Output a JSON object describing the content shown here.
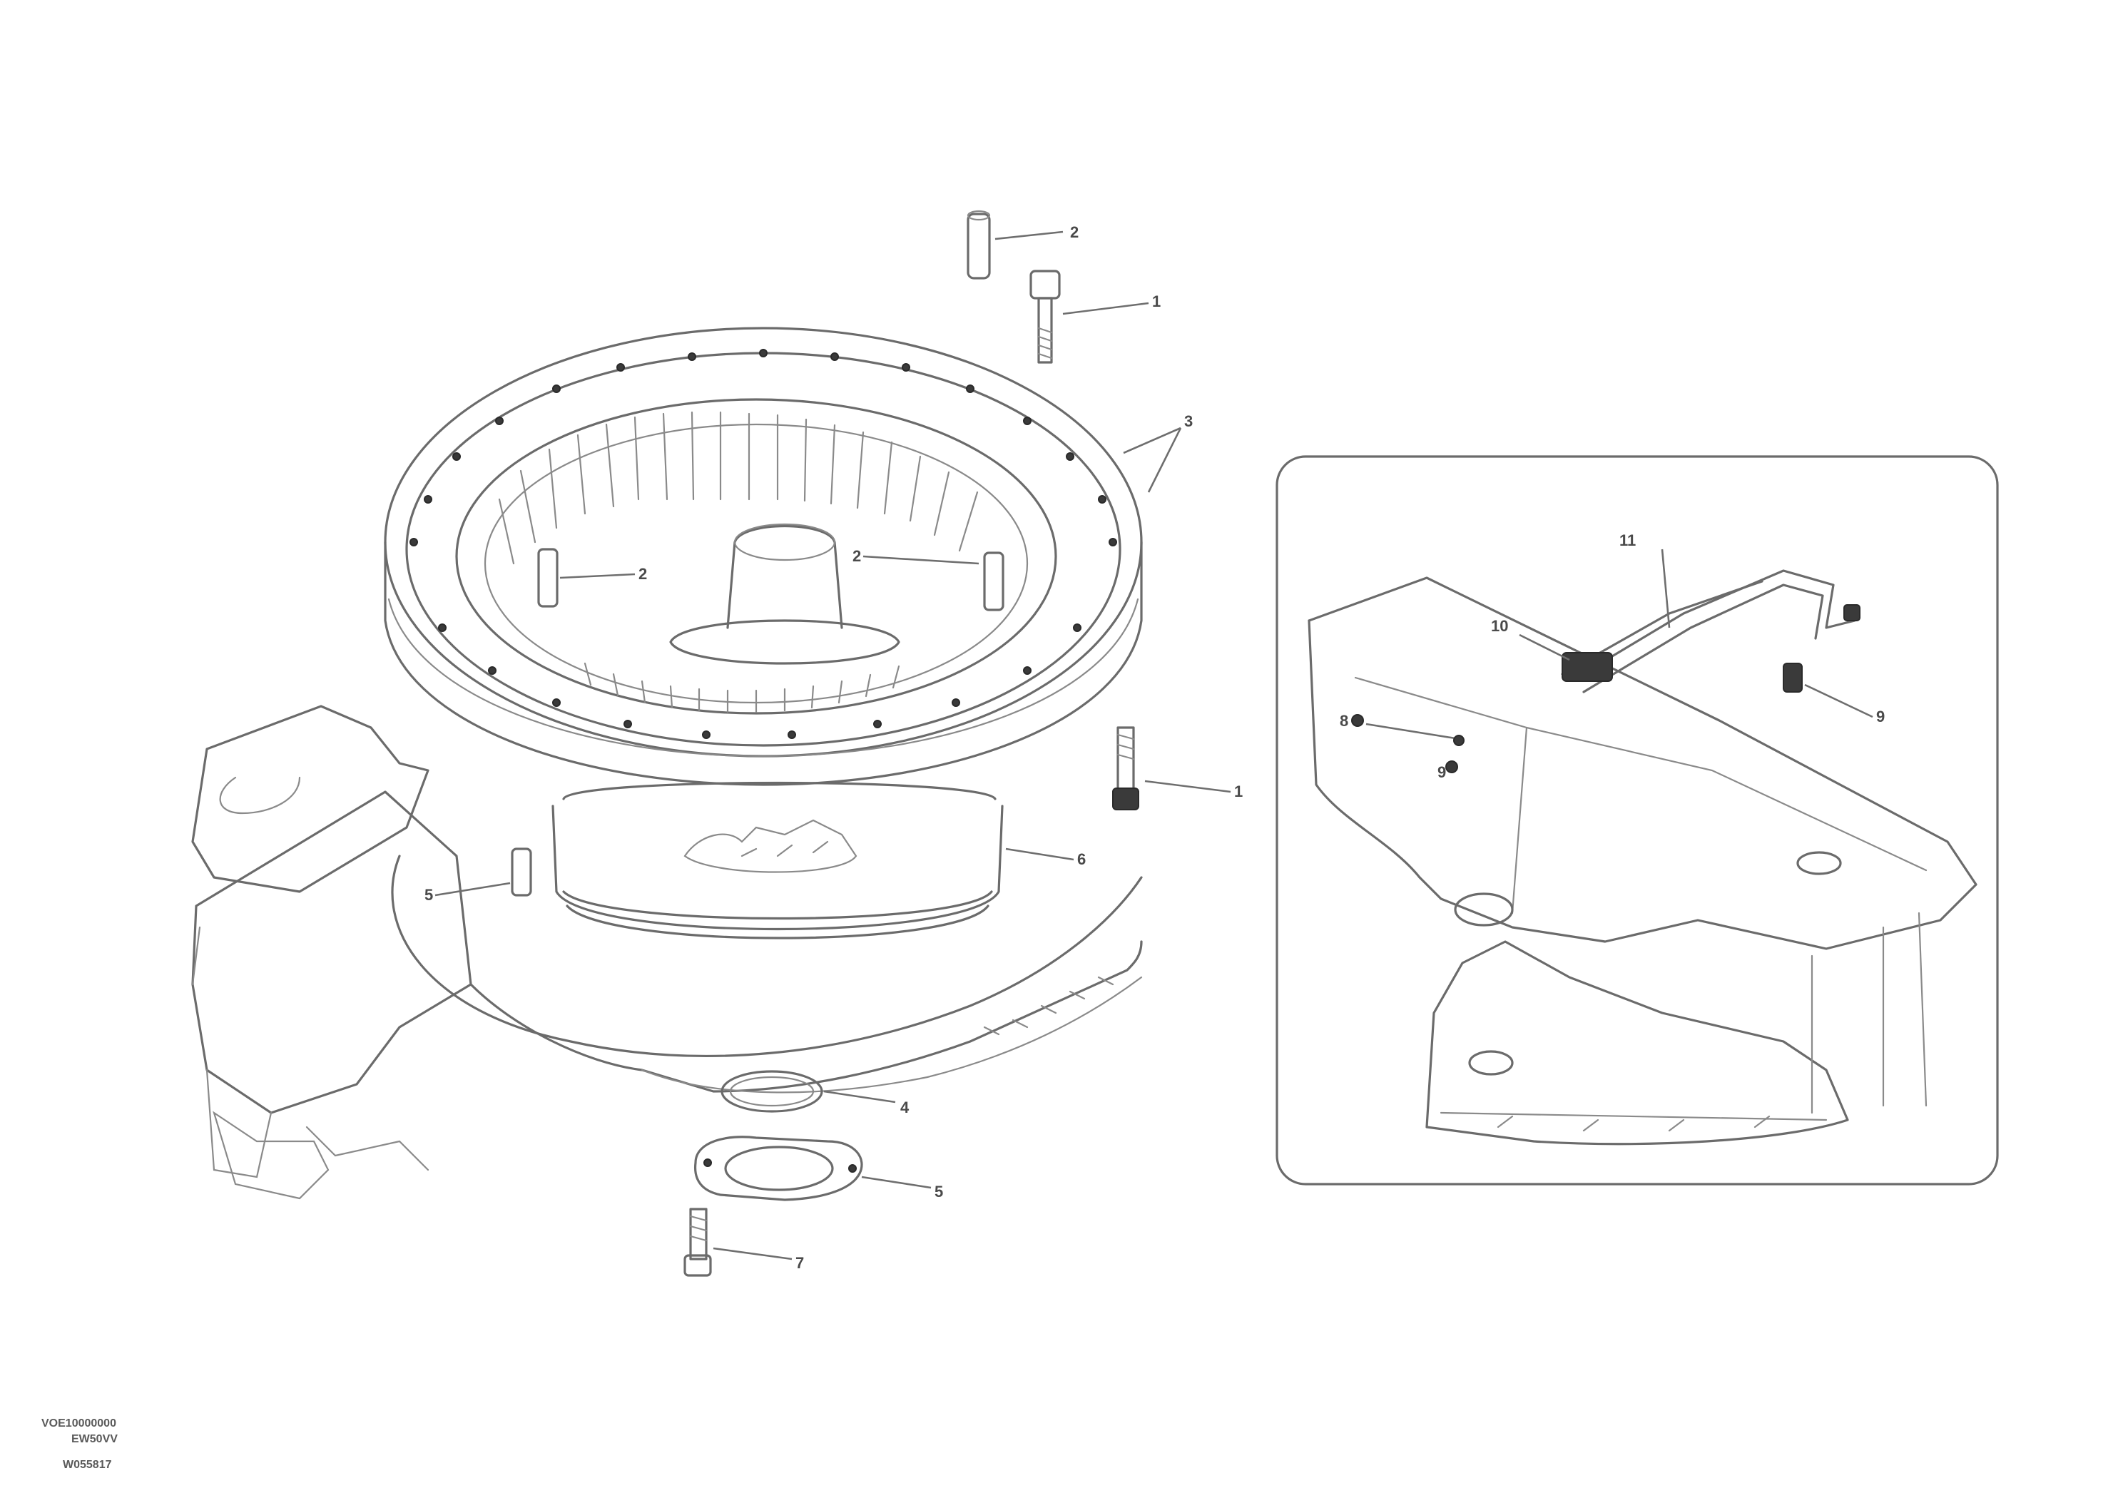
{
  "callouts": {
    "pin_top": "2",
    "bolt_top": "1",
    "ring_bearing": "3",
    "roller_left": "2",
    "roller_right": "2",
    "bolt_side": "1",
    "seal": "6",
    "pin_lower_left": "5",
    "oring": "4",
    "cover_plate": "5",
    "bolt_bottom": "7",
    "inset_hose": "11",
    "inset_fitting": "10",
    "inset_clamp_left": "8",
    "inset_clamp_lower": "9",
    "inset_plug": "9"
  },
  "reference": {
    "line1": "VOE10000000",
    "line2": "EW50VV",
    "line3": "W055817"
  }
}
